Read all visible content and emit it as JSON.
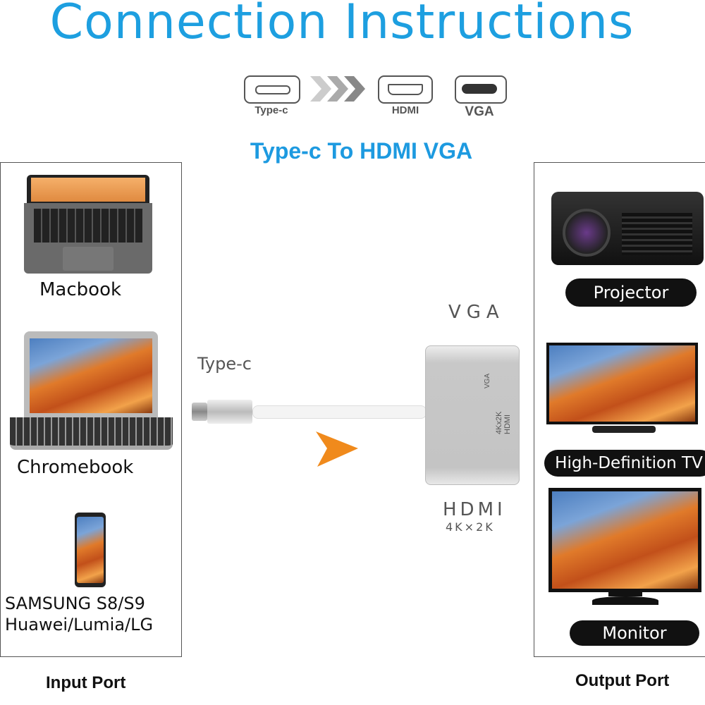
{
  "title": "Connection Instructions",
  "subtitle": "Type-c To HDMI VGA",
  "port_icons": [
    {
      "label": "Type-c",
      "icon": "usb-c-port-icon"
    },
    {
      "label": "HDMI",
      "icon": "hdmi-port-icon"
    },
    {
      "label": "VGA",
      "icon": "vga-port-icon"
    }
  ],
  "input": {
    "heading": "Input Port",
    "devices": [
      "Macbook",
      "Chromebook"
    ],
    "phone_line1": "SAMSUNG S8/S9",
    "phone_line2": "Huawei/Lumia/LG"
  },
  "output": {
    "heading": "Output Port",
    "devices": [
      "Projector",
      "High-Definition TV",
      "Monitor"
    ]
  },
  "adapter": {
    "cable_label": "Type-c",
    "vga_label": "VGA",
    "hdmi_label": "HDMI",
    "hdmi_res": "4K×2K",
    "body_vga": "VGA",
    "body_hdmi_res": "4Kx2K",
    "body_hdmi": "HDMI"
  },
  "colors": {
    "title": "#1d9fe0",
    "arrow": "#f08a1c"
  }
}
